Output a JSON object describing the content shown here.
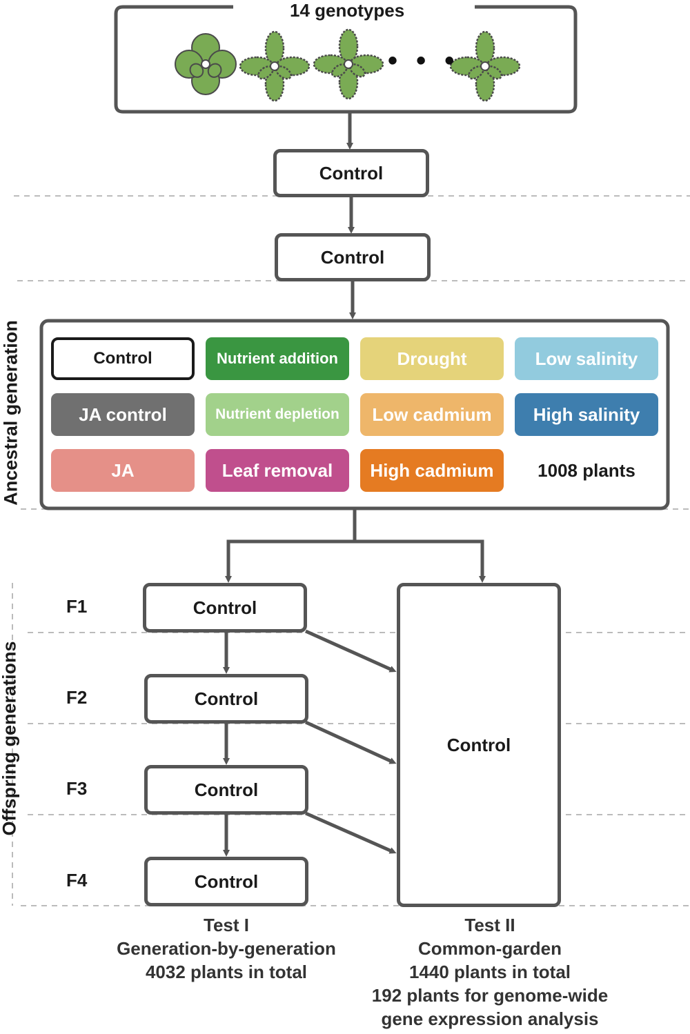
{
  "top": {
    "title": "14 genotypes",
    "ellipsis": "• • •"
  },
  "boxes": {
    "control_1": "Control",
    "control_2": "Control"
  },
  "ancestral": {
    "side_label": "Ancestral generation",
    "treatments": [
      {
        "label": "Control",
        "color": "#ffffff",
        "text_color": "#1a1a1a"
      },
      {
        "label": "Nutrient addition",
        "color": "#3a9641",
        "text_color": "#ffffff"
      },
      {
        "label": "Drought",
        "color": "#e5d37a",
        "text_color": "#ffffff"
      },
      {
        "label": "Low salinity",
        "color": "#92cbde",
        "text_color": "#ffffff"
      },
      {
        "label": "JA control",
        "color": "#707070",
        "text_color": "#ffffff"
      },
      {
        "label": "Nutrient depletion",
        "color": "#a2d18b",
        "text_color": "#ffffff"
      },
      {
        "label": "Low cadmium",
        "color": "#eeb66a",
        "text_color": "#ffffff"
      },
      {
        "label": "High salinity",
        "color": "#3e7eae",
        "text_color": "#ffffff"
      },
      {
        "label": "JA",
        "color": "#e59088",
        "text_color": "#ffffff"
      },
      {
        "label": "Leaf removal",
        "color": "#c04f8d",
        "text_color": "#ffffff"
      },
      {
        "label": "High cadmium",
        "color": "#e57b22",
        "text_color": "#ffffff"
      }
    ],
    "plants": "1008 plants"
  },
  "offspring": {
    "side_label": "Offspring generations",
    "generations": [
      {
        "label": "F1",
        "box": "Control"
      },
      {
        "label": "F2",
        "box": "Control"
      },
      {
        "label": "F3",
        "box": "Control"
      },
      {
        "label": "F4",
        "box": "Control"
      }
    ],
    "common_box": "Control"
  },
  "test1": {
    "lines": [
      "Test I",
      "Generation-by-generation",
      "4032 plants in total"
    ]
  },
  "test2": {
    "lines": [
      "Test II",
      "Common-garden",
      "1440 plants in total",
      "192 plants for genome-wide",
      "gene expression analysis"
    ]
  },
  "colors": {
    "stroke": "#555555",
    "dash": "#bbbbbb",
    "leaf": "#7aab54",
    "leaf_edge": "#4a4a4a"
  }
}
